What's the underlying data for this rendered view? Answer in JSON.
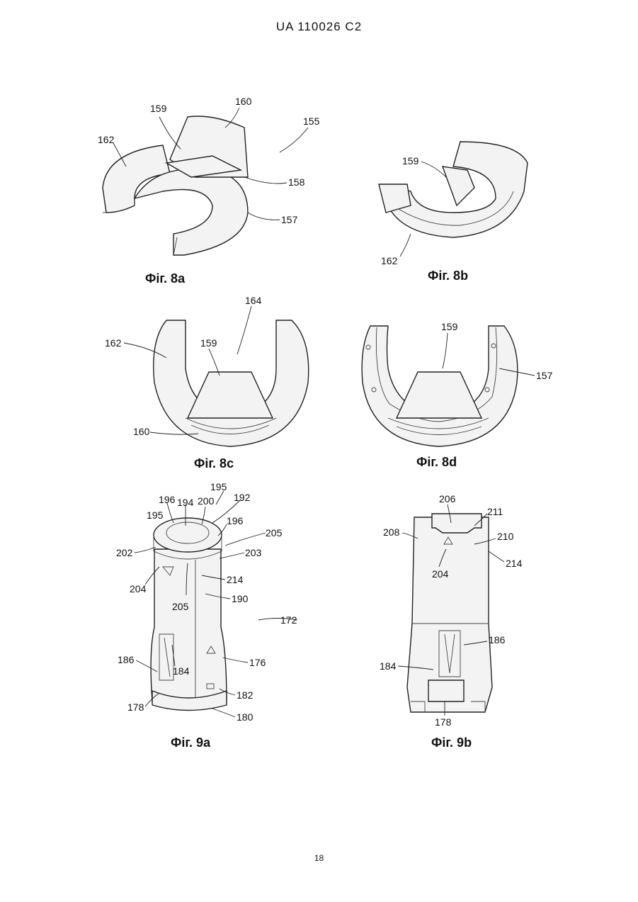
{
  "header": "UA   110026   C2",
  "page_number": "18",
  "figures": {
    "f8a": {
      "caption": "Фіг. 8a",
      "labels": [
        "159",
        "160",
        "155",
        "162",
        "158",
        "157"
      ]
    },
    "f8b": {
      "caption": "Фіг. 8b",
      "labels": [
        "159",
        "162"
      ]
    },
    "f8c": {
      "caption": "Фіг. 8c",
      "labels": [
        "164",
        "162",
        "159",
        "160"
      ]
    },
    "f8d": {
      "caption": "Фіг. 8d",
      "labels": [
        "159",
        "157"
      ]
    },
    "f9a": {
      "caption": "Фіг. 9a",
      "labels": [
        "195",
        "196",
        "194",
        "200",
        "192",
        "195",
        "196",
        "205",
        "202",
        "203",
        "204",
        "214",
        "205",
        "190",
        "172",
        "186",
        "184",
        "176",
        "178",
        "182",
        "180"
      ]
    },
    "f9b": {
      "caption": "Фіг. 9b",
      "labels": [
        "206",
        "211",
        "208",
        "210",
        "214",
        "204",
        "186",
        "184",
        "178"
      ]
    }
  }
}
